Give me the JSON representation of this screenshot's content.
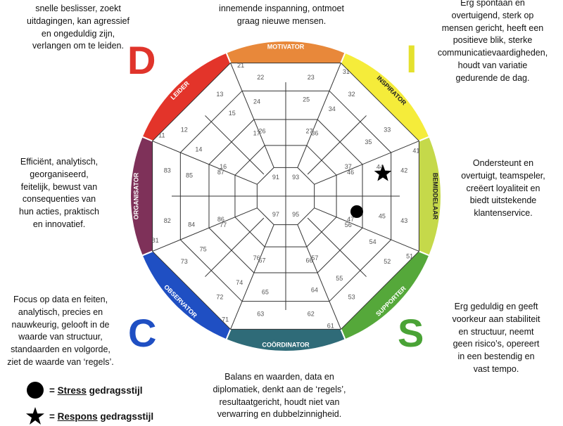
{
  "letters": {
    "d": "D",
    "i": "I",
    "c": "C",
    "s": "S"
  },
  "colors": {
    "d": "#e0342b",
    "i": "#e4e12e",
    "c": "#1f4fc3",
    "s": "#4aa336",
    "leider": "#e3342a",
    "motivator": "#e8883a",
    "inspirator": "#f5ec3a",
    "bemiddelaar": "#c5d94a",
    "supporter": "#55a83a",
    "coordinator": "#2f6b78",
    "observator": "#1f4fc3",
    "organisator": "#7e3159"
  },
  "descriptions": {
    "top_left": [
      "snelle beslisser, zoekt",
      "uitdagingen, kan agressief",
      "en ongeduldig zijn,",
      "verlangen om te leiden."
    ],
    "top": [
      "innemende inspanning, ontmoet",
      "graag nieuwe mensen."
    ],
    "top_right": [
      "Erg spontaan en",
      "overtuigend, sterk op",
      "mensen gericht, heeft een",
      "positieve blik, sterke",
      "communicatievaardigheden,",
      "houdt van variatie",
      "gedurende de dag."
    ],
    "left": [
      "Efficiënt, analytisch,",
      "georganiseerd,",
      "feitelijk, bewust van",
      "consequenties van",
      "hun acties, praktisch",
      "en innovatief."
    ],
    "right": [
      "Ondersteunt en",
      "overtuigt, teamspeler,",
      "creëert loyaliteit en",
      "biedt uitstekende",
      "klantenservice."
    ],
    "bottom_left": [
      "Focus op data en feiten,",
      "analytisch, precies en",
      "nauwkeurig, gelooft in de",
      "waarde van structuur,",
      "standaarden en volgorde,",
      "ziet de waarde van ‘regels’."
    ],
    "bottom_right": [
      "Erg geduldig en geeft",
      "voorkeur aan stabiliteit",
      "en structuur, neemt",
      "geen risico’s, opereert",
      "in een bestendig en",
      "vast tempo."
    ],
    "bottom": [
      "Balans en waarden,  data en",
      "diplomatiek, denkt aan de ‘regels’,",
      "resultaatgericht, houdt niet van",
      "verwarring en  dubbelzinnigheid."
    ]
  },
  "segments": [
    "MOTIVATOR",
    "INSPIRATOR",
    "BEMIDDELAAR",
    "SUPPORTER",
    "COÖRDINATOR",
    "OBSERVATOR",
    "ORGANISATOR",
    "LEIDER"
  ],
  "cell_numbers": {
    "motivator": [
      "21",
      "22",
      "23",
      "24",
      "25",
      "26",
      "27"
    ],
    "inspirator": [
      "31",
      "32",
      "33",
      "34",
      "35",
      "36",
      "37"
    ],
    "bemiddelaar": [
      "41",
      "42",
      "43",
      "44",
      "45",
      "46",
      "47"
    ],
    "supporter": [
      "51",
      "52",
      "53",
      "54",
      "55",
      "56",
      "57"
    ],
    "coordinator": [
      "61",
      "62",
      "63",
      "64",
      "65",
      "66",
      "67"
    ],
    "observator": [
      "71",
      "72",
      "73",
      "74",
      "75",
      "76",
      "77"
    ],
    "organisator": [
      "81",
      "82",
      "83",
      "84",
      "85",
      "86",
      "87"
    ],
    "leider": [
      "11",
      "12",
      "13",
      "14",
      "15",
      "16",
      "17"
    ],
    "center": [
      "91",
      "93",
      "95",
      "97"
    ]
  },
  "legend": {
    "stress_prefix": "= ",
    "stress_underlined": "Stress",
    "stress_rest": " gedragsstijl",
    "respons_prefix": "= ",
    "respons_underlined": "Respons",
    "respons_rest": " gedragsstijl"
  }
}
